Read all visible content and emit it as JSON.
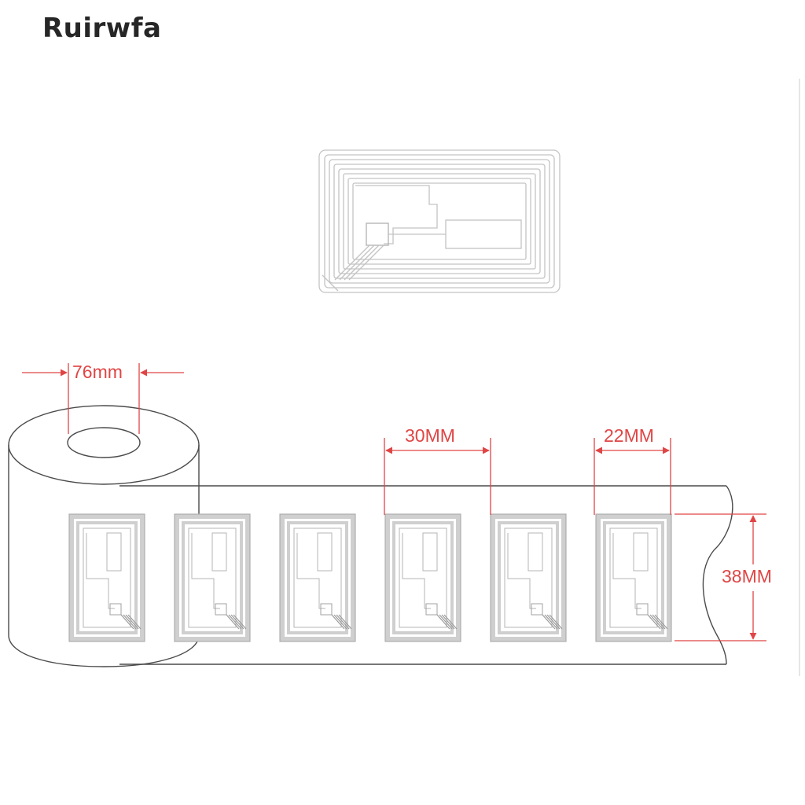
{
  "brand": {
    "name": "Ruirwfa"
  },
  "dimensions": {
    "core_diameter": "76mm",
    "label_pitch": "30MM",
    "label_width": "22MM",
    "label_height": "38MM"
  },
  "colors": {
    "dimension": "#e04545",
    "outline": "#4a4a4a",
    "antenna": "#b8b8b8"
  },
  "roll": {
    "label_count": 6
  }
}
